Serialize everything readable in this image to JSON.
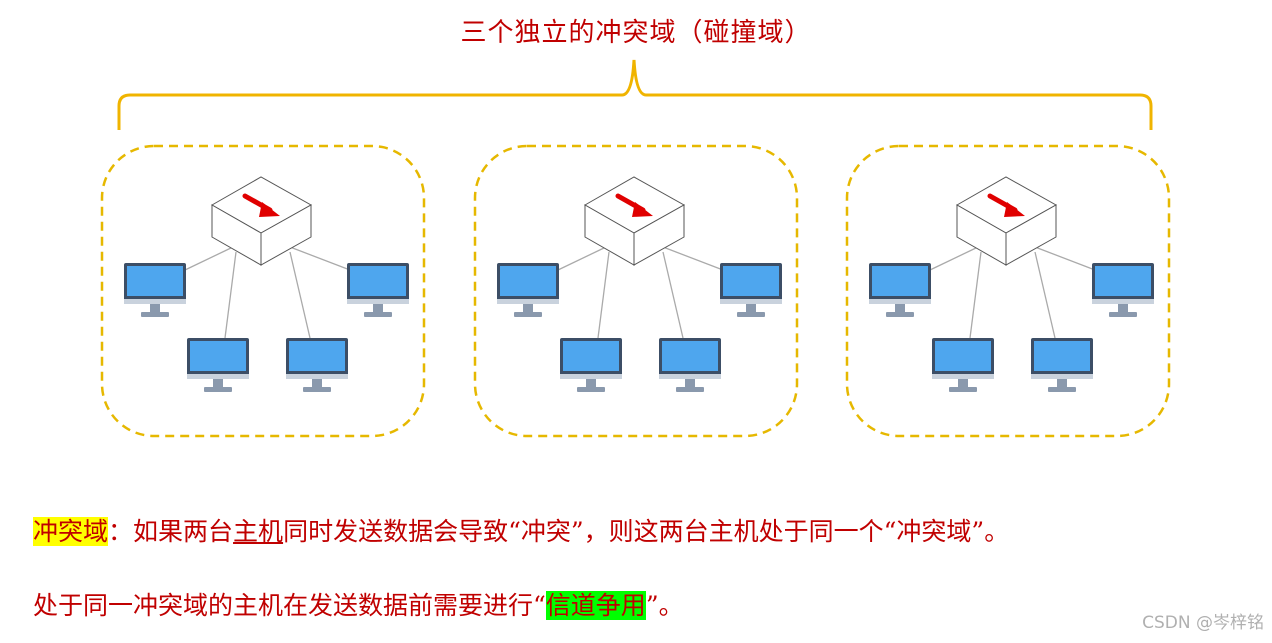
{
  "title": "三个独立的冲突域（碰撞域）",
  "colors": {
    "brace": "#f0b400",
    "domain_border": "#e6b800",
    "title_text": "#c00000",
    "arrow": "#e00000",
    "screen": "#4ea6ee",
    "monitor_frame": "#3c4e66",
    "stand": "#8a99ad",
    "highlight_yellow": "#ffff00",
    "highlight_green": "#00ff00"
  },
  "domains": [
    {
      "hub_icon": "switch-icon",
      "hosts": [
        "monitor-icon",
        "monitor-icon",
        "monitor-icon",
        "monitor-icon"
      ]
    },
    {
      "hub_icon": "switch-icon",
      "hosts": [
        "monitor-icon",
        "monitor-icon",
        "monitor-icon",
        "monitor-icon"
      ]
    },
    {
      "hub_icon": "switch-icon",
      "hosts": [
        "monitor-icon",
        "monitor-icon",
        "monitor-icon",
        "monitor-icon"
      ]
    }
  ],
  "definition": {
    "term": "冲突域",
    "colon": "：",
    "p1": "如果两台",
    "host": "主机",
    "p2": "同时发送数据会导致“冲突”，则这两台主机处于同一个“冲突域”。"
  },
  "note": {
    "p1": "处于同一冲突域的主机在发送数据前需要进行“",
    "term": "信道争用",
    "p2": "”。"
  },
  "watermark": "CSDN @岑梓铭"
}
